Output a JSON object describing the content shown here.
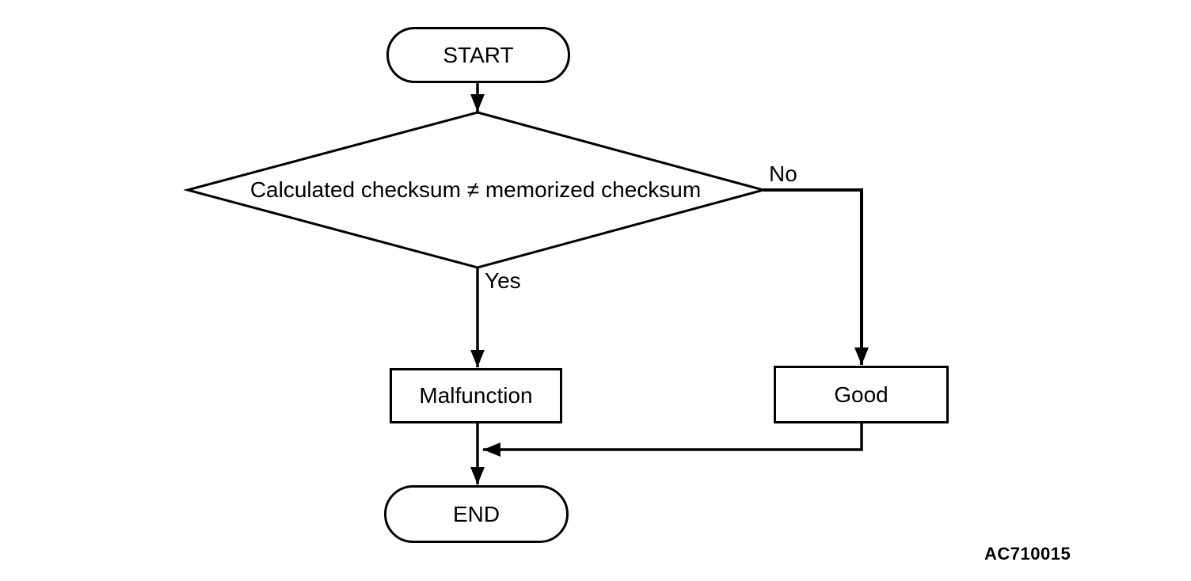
{
  "figure": {
    "code": "AC710015"
  },
  "nodes": {
    "start": {
      "label": "START",
      "type": "terminator"
    },
    "decision": {
      "label": "Calculated checksum ≠ memorized checksum",
      "type": "decision"
    },
    "malfunction": {
      "label": "Malfunction",
      "type": "process"
    },
    "good": {
      "label": "Good",
      "type": "process"
    },
    "end": {
      "label": "END",
      "type": "terminator"
    }
  },
  "edges": {
    "yes": {
      "label": "Yes"
    },
    "no": {
      "label": "No"
    }
  },
  "colors": {
    "stroke": "#000000",
    "background": "#ffffff"
  }
}
